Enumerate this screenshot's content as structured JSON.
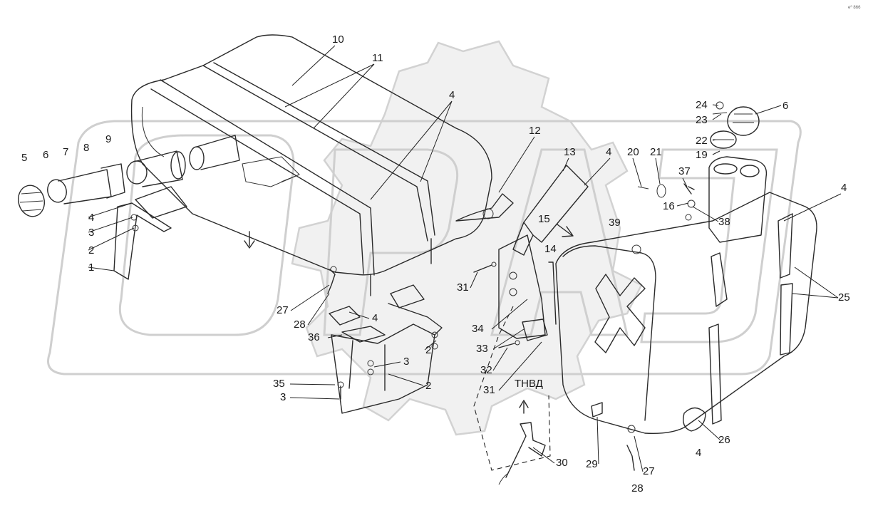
{
  "diagram": {
    "corner_note": "e⁰ 866",
    "tnvd_label": "ТНВД",
    "callouts": [
      "10",
      "11",
      "4",
      "12",
      "13",
      "4",
      "20",
      "21",
      "24",
      "23",
      "6",
      "22",
      "19",
      "37",
      "16",
      "38",
      "4",
      "5",
      "6",
      "7",
      "8",
      "9",
      "4",
      "3",
      "2",
      "1",
      "15",
      "39",
      "14",
      "31",
      "27",
      "28",
      "34",
      "33",
      "32",
      "31",
      "4",
      "36",
      "3",
      "2",
      "35",
      "3",
      "2",
      "25",
      "26",
      "4",
      "29",
      "27",
      "28",
      "30"
    ]
  }
}
